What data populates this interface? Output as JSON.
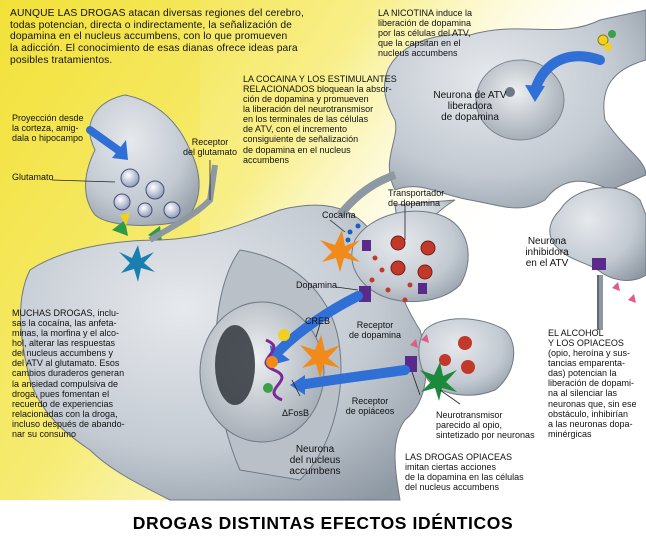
{
  "title": "DROGAS DISTINTAS EFECTOS IDÉNTICOS",
  "intro": "AUNQUE LAS DROGAS atacan diversas regiones del cerebro,\ntodas potencian, directa o indirectamente, la señalización de\ndopamina en el nucleus accumbens, con lo que promueven\nla adicción. El conocimiento de esas dianas ofrece ideas para\nposibles tratamientos.",
  "labels": {
    "nicotina": "LA NICOTINA induce la\nliberación de dopamina\npor las células del ATV,\nque la capsitan en el\nnucleus accumbens",
    "cocaina_estimulantes": "LA COCAINA Y LOS ESTIMULANTES\nRELACIONADOS bloquean la absor-\nción de dopamina y promueven\nla liberación del neurotransmisor\nen los terminales de las células\nde ATV, con el incremento\nconsiguiente de señalización\nde dopamina en el nucleus\naccumbens",
    "neurona_atv": "Neurona de ATV\nliberadora\nde dopamina",
    "proyeccion": "Proyección desde\nla corteza, amig-\ndala o hipocampo",
    "receptor_glutamato": "Receptor\ndel glutamato",
    "glutamato": "Glutamato",
    "transportador": "Transportador\nde dopamina",
    "cocaina": "Cocaína",
    "neurona_inhibidora": "Neurona\ninhibidora\nen el ATV",
    "dopamina": "Dopamina",
    "creb": "CREB",
    "receptor_dopamina": "Receptor\nde dopamina",
    "muchas_drogas": "MUCHAS DROGAS, inclu-\nsas la cocaína, las anfeta-\nminas, la morfina y el alco-\nhol, alterar las respuestas\ndel nucleus accumbens y\ndel ATV al glutamato. Esos\ncambios duraderos generan\nla ansiedad compulsiva de\ndroga, pues fomentan el\nrecuerdo de experiencias\nrelacionadas con la droga,\nincluso después de abando-\nnar su consumo",
    "alcohol": "EL ALCOHOL\nY LOS OPIACEOS\n(opio, heroína y sus-\ntancias emparenta-\ndas) potencian la\nliberación de dopami-\nna al silenciar las\nneuronas que, sin ese\nobstáculo, inhibirían\na las neuronas dopa-\nminérgicas",
    "receptor_opiaceos": "Receptor\nde opiáceos",
    "fosb": "ΔFosB",
    "neurotransmisor": "Neurotransmisor\nparecido al opio,\nsintetizado por neuronas",
    "neurona_nucleus": "Neurona\ndel nucleus\naccumbens",
    "drogas_opiaceas": "LAS DROGAS OPIACEAS\nimitan ciertas acciones\nde la dopamina en las células\ndel nucleus accumbens"
  },
  "colors": {
    "yellow_glow": "#f4e23a",
    "cell_body": "#c9cfd6",
    "cell_dark": "#8f99a4",
    "arrow_blue": "#2f6fd6",
    "star_orange": "#f08a1a",
    "star_green": "#1c8a3a",
    "receptor_purple": "#5a2a8a",
    "vesicle_red": "#c0392b"
  }
}
